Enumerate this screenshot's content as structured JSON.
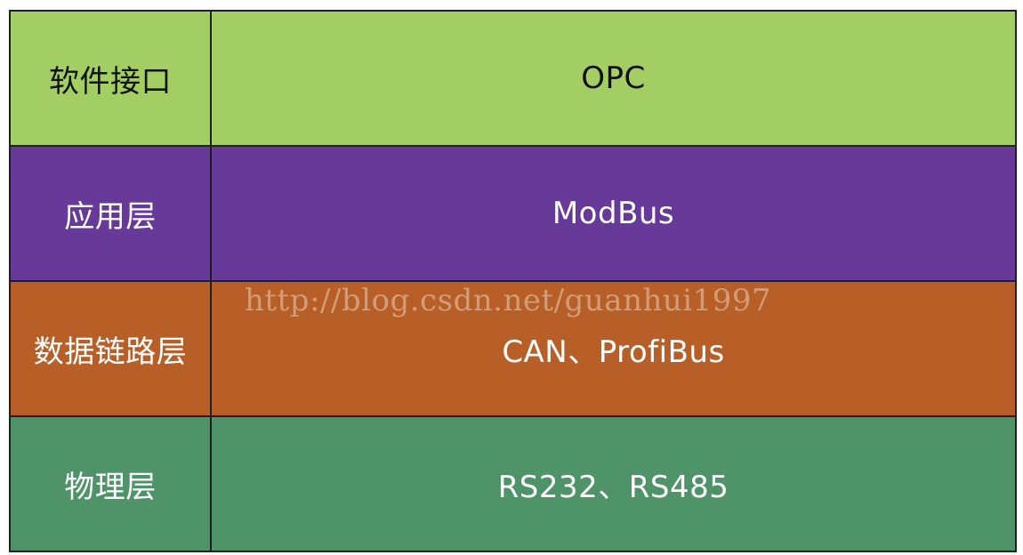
{
  "rows": [
    {
      "layer": "软件接口",
      "protocols": "OPC",
      "bg": "#a2ce63",
      "text_color": "#111111"
    },
    {
      "layer": "应用层",
      "protocols": "ModBus",
      "bg": "#673a9a",
      "text_color": "#ffffff"
    },
    {
      "layer": "数据链路层",
      "protocols": "CAN、ProfiBus",
      "bg": "#b75f27",
      "text_color": "#ffffff"
    },
    {
      "layer": "物理层",
      "protocols": "RS232、RS485",
      "bg": "#4f9368",
      "text_color": "#ffffff"
    }
  ],
  "watermark": "http://blog.csdn.net/guanhui1997",
  "border_color": "#1f1f1f"
}
